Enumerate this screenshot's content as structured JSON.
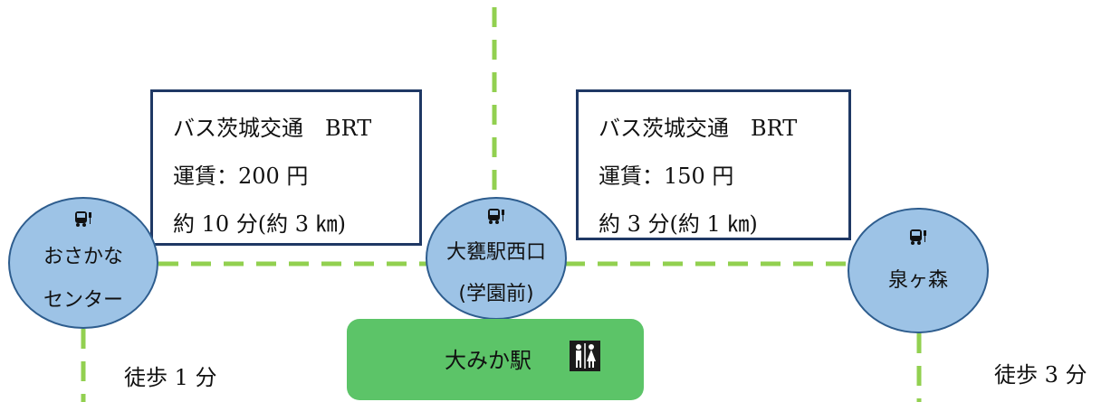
{
  "fare_boxes": [
    {
      "operator": "バス茨城交通　BRT",
      "fare": "運賃：200 円",
      "time": "約 10 分(約 3 ㎞)"
    },
    {
      "operator": "バス茨城交通　BRT",
      "fare": "運賃：150 円",
      "time": "約 3 分(約 1 ㎞)"
    }
  ],
  "stops": [
    {
      "line1": "おさかな",
      "line2": "センター"
    },
    {
      "line1": "大甕駅西口",
      "line2": "(学園前)"
    },
    {
      "line1": "泉ヶ森"
    }
  ],
  "station": {
    "name": "大みか駅"
  },
  "walk_left": "徒歩 1 分",
  "walk_right": "徒歩 3 分",
  "colors": {
    "route_dash": "#92d050",
    "stop_fill": "#9dc3e6",
    "station_fill": "#5cc468",
    "box_border": "#1f3864"
  }
}
